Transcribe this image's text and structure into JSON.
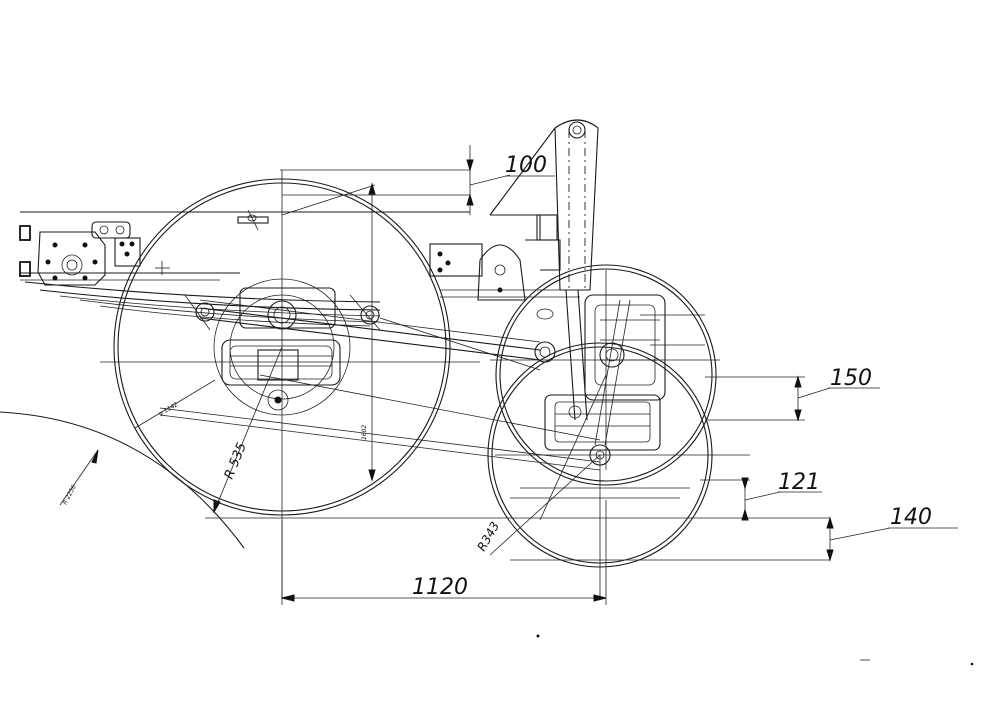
{
  "drawing": {
    "dimensions": {
      "d100": "100",
      "d150": "150",
      "d121": "121",
      "d140": "140",
      "d1120": "1120",
      "r535": "R 535",
      "r343": "R343",
      "small_dia": "φ 1142",
      "small_vert": "1602",
      "small_radius": "R 2256"
    }
  }
}
